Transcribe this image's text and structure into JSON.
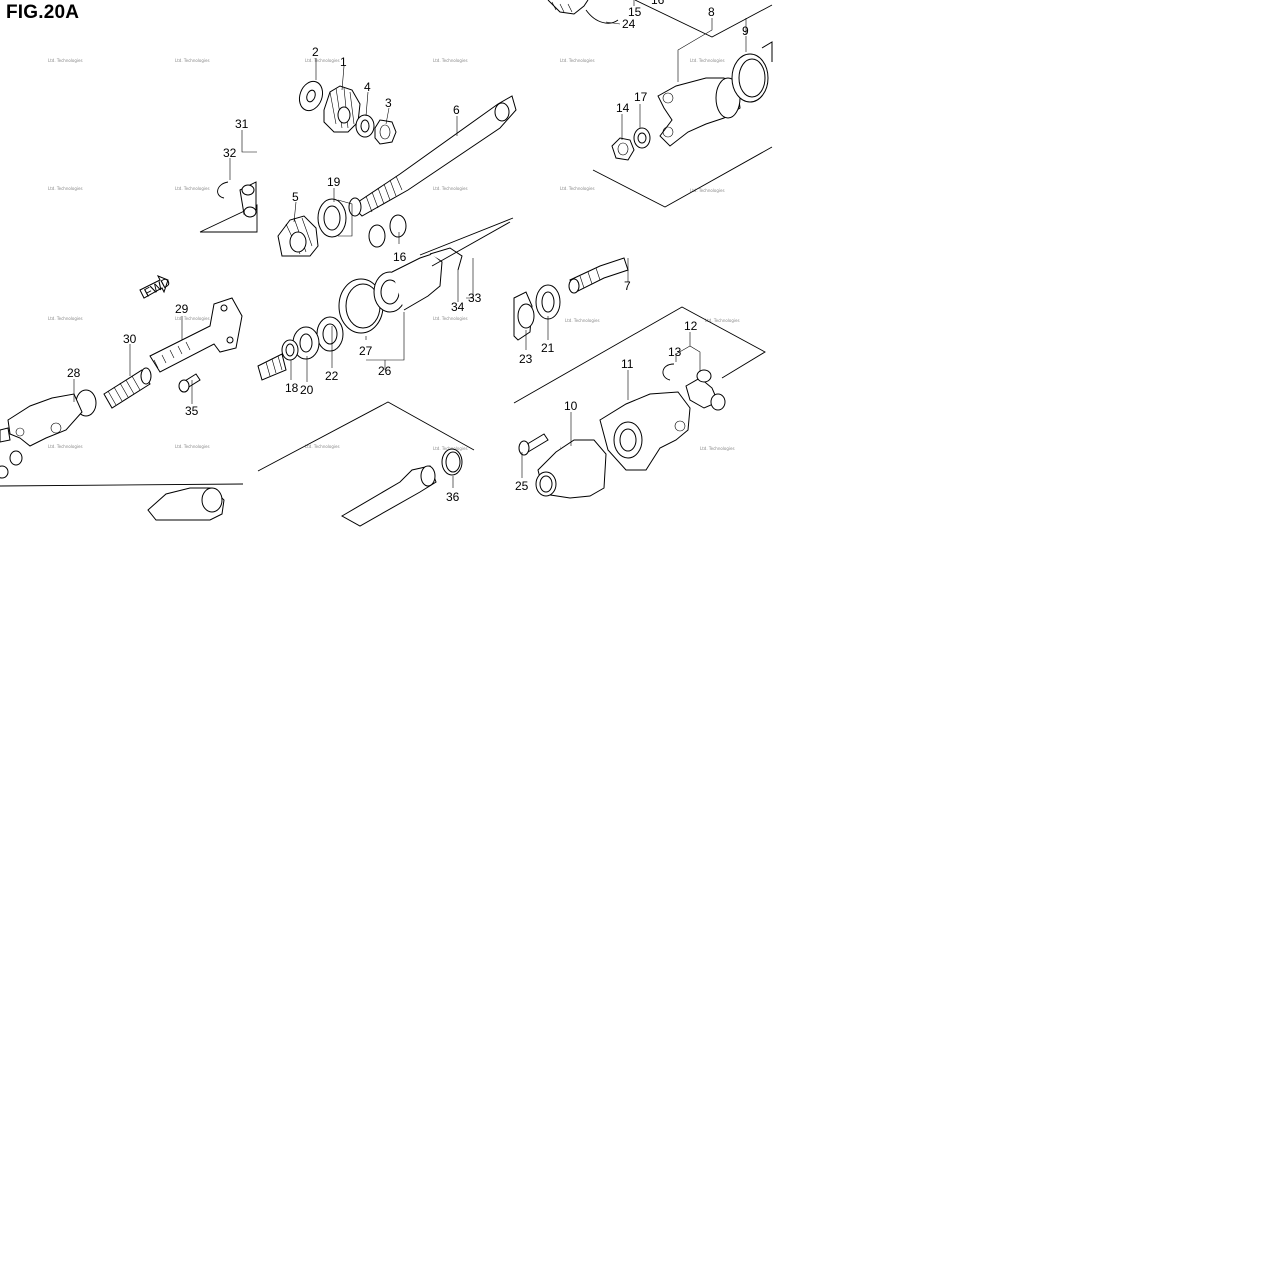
{
  "figure_title": "FIG.20A",
  "fwd_label": "FWD",
  "watermark_text": "Ltd. Technologies",
  "callouts": [
    "1",
    "2",
    "3",
    "4",
    "5",
    "6",
    "7",
    "8",
    "9",
    "10",
    "11",
    "12",
    "13",
    "14",
    "15",
    "16",
    "17",
    "18",
    "19",
    "20",
    "21",
    "22",
    "23",
    "24",
    "25",
    "26",
    "27",
    "28",
    "29",
    "30",
    "31",
    "32",
    "33",
    "34",
    "35",
    "36"
  ]
}
